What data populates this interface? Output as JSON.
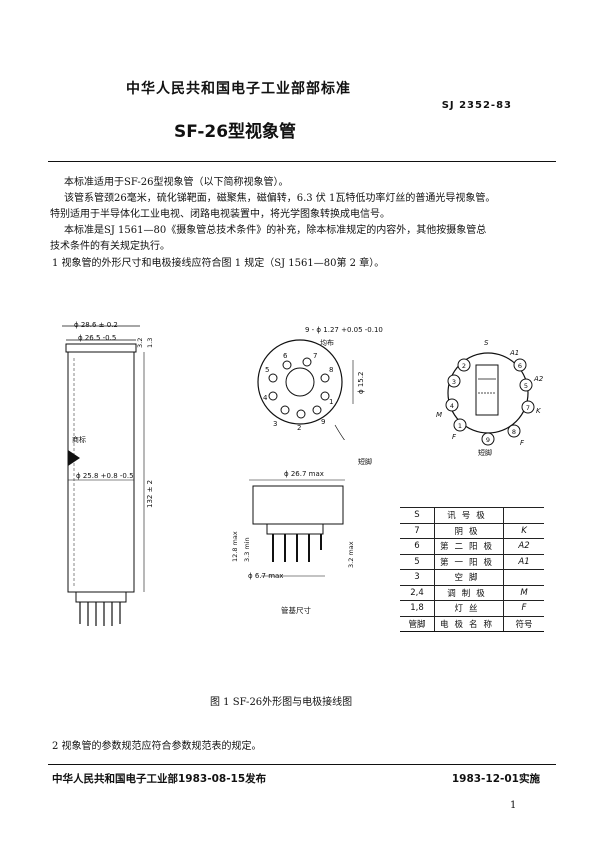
{
  "header": {
    "org": "中华人民共和国电子工业部部标准",
    "code": "SJ 2352-83",
    "title": "SF-26型视象管"
  },
  "body": {
    "p1": "本标准适用于SF-26型视象管（以下简称视象管）。",
    "p2": "该管系管颈26毫米，硫化锑靶面，磁聚焦，磁偏转，6.3 伏 1瓦特低功率灯丝的普通光导视象管。",
    "p2b": "特别适用于半导体化工业电视、闭路电视装置中，将光学图象转换成电信号。",
    "p3": "本标准是SJ  1561—80《摄象管总技术条件》的补充，除本标准规定的内容外，其他按摄象管总",
    "p3b": "技术条件的有关规定执行。",
    "s1": "1   视象管的外形尺寸和电极接线应符合图 1 规定（SJ  1561—80第 2 章）。",
    "s2": "2   视象管的参数规范应符合参数规范表的规定。"
  },
  "figure": {
    "caption": "图 1   SF-26外形图与电极接线图",
    "dim_outer": "ϕ 28.6 ± 0.2",
    "dim_inner": "ϕ 26.5 -0.5",
    "dim_body": "ϕ 25.8 +0.8 -0.5",
    "dim_length": "132 ± 2",
    "dim_top1": "3.2",
    "dim_top2": "1.3",
    "mark_label": "商标",
    "pin_hole_label": "9 - ϕ 1.27 +0.05 -0.10",
    "pin_hole_sub": "均布",
    "pcd_label": "ϕ 15.2",
    "short_pin_label": "短脚",
    "base_dia_label": "ϕ 26.7 max",
    "base_h1": "12.8 max",
    "base_h2": "3.3 min",
    "base_h3": "3.2 max",
    "base_pin_dia": "ϕ 6.7 max",
    "base_title": "管基尺寸",
    "socket_pins": [
      "1",
      "2",
      "3",
      "4",
      "5",
      "6",
      "7",
      "8",
      "9"
    ],
    "schem_labels": {
      "S": "S",
      "A1": "A1",
      "A2": "A2",
      "K": "K",
      "M": "M",
      "F1": "F",
      "F2": "F",
      "short": "短脚",
      "p1": "1",
      "p2": "2",
      "p3": "3",
      "p4": "4",
      "p5": "5",
      "p6": "6",
      "p7": "7",
      "p8": "8",
      "p9": "9"
    }
  },
  "pin_table": {
    "header": [
      "管脚",
      "电极名称",
      "符号"
    ],
    "rows": [
      [
        "1,8",
        "灯丝",
        "F"
      ],
      [
        "2,4",
        "调制极",
        "M"
      ],
      [
        "3",
        "空脚",
        ""
      ],
      [
        "5",
        "第一阳极",
        "A1"
      ],
      [
        "6",
        "第二阳极",
        "A2"
      ],
      [
        "7",
        "阴极",
        "K"
      ],
      [
        "S",
        "讯号极",
        ""
      ]
    ]
  },
  "footer": {
    "left": "中华人民共和国电子工业部1983-08-15发布",
    "right": "1983-12-01实施",
    "page": "1"
  }
}
